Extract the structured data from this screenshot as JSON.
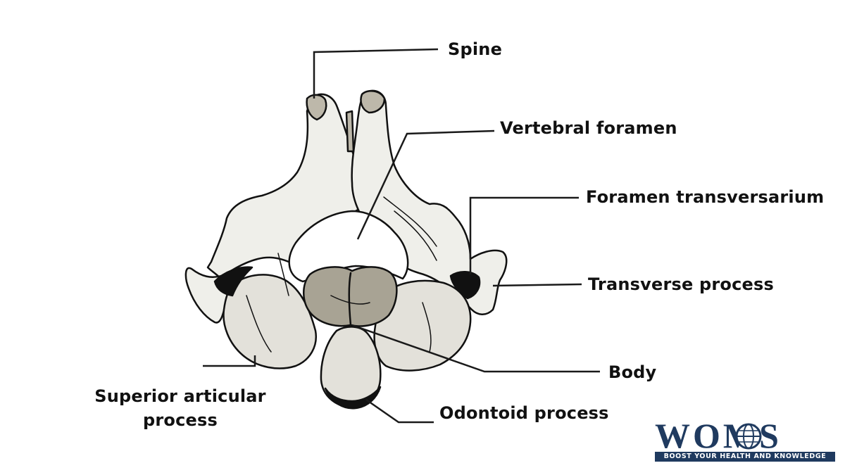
{
  "labels": {
    "spine": "Spine",
    "vertebral_foramen": "Vertebral foramen",
    "foramen_transversarium": "Foramen transversarium",
    "transverse_process": "Transverse process",
    "body": "Body",
    "odontoid_process": "Odontoid process",
    "superior_articular_process_line1": "Superior articular",
    "superior_articular_process_line2": "process"
  },
  "logo": {
    "word": "WOMS",
    "tagline": "BOOST YOUR HEALTH AND KNOWLEDGE",
    "color": "#1f3a5f"
  },
  "colors": {
    "bone": "#efefea",
    "bone_shadow": "#d8d6cc",
    "body_fill": "#a8a394",
    "outline": "#111111",
    "leader": "#1a1a1a"
  }
}
